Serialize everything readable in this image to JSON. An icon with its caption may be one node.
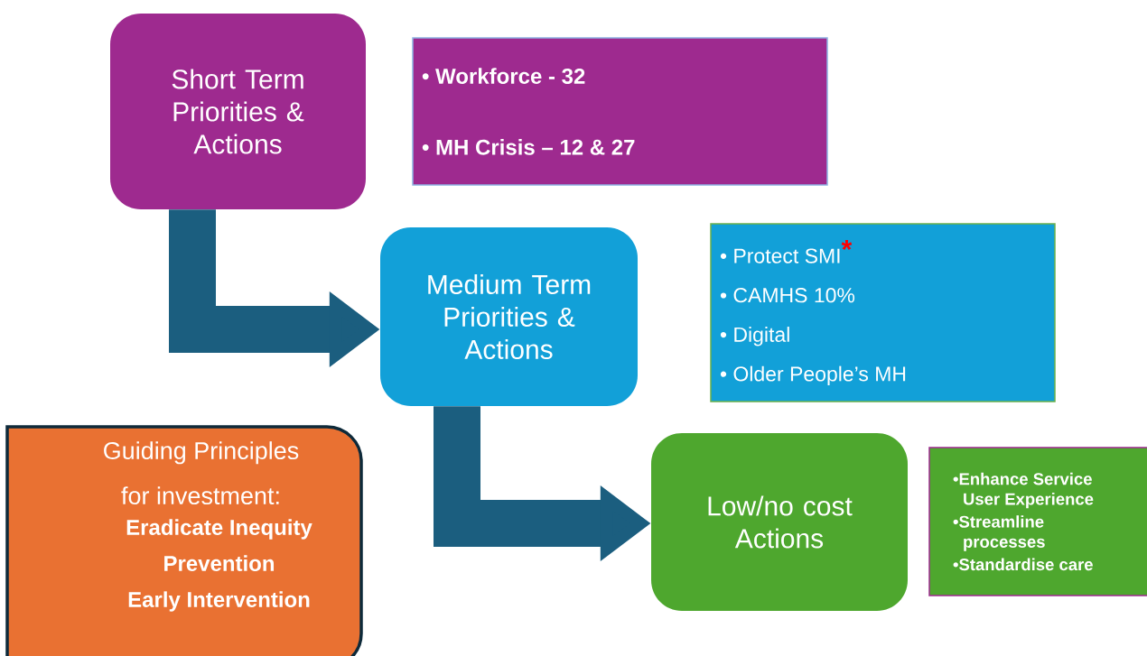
{
  "diagram": {
    "nodes": [
      {
        "text": [
          "Short Term Priorities & Actions"
        ]
      },
      {
        "text": [
          "• Workforce - 32",
          "• MH Crisis  – 12 & 27"
        ]
      },
      {
        "text": [
          "Medium Term Priorities & Actions"
        ]
      },
      {
        "text": [
          "• Protect SMI",
          "• CAMHS 10%",
          "• Digital",
          "• Older People’s MH"
        ]
      },
      {
        "text": [
          "Low/no cost Actions"
        ]
      },
      {
        "text": [
          "•Enhance Service User Experience",
          "•Streamline processes",
          "•Standardise care"
        ]
      },
      {
        "text": [
          "Guiding Principles for investment:",
          "Eradicate Inequity",
          "Prevention",
          "Early Intervention"
        ]
      }
    ],
    "edges": [
      {
        "from": 0,
        "to": 2,
        "arrow": "to"
      },
      {
        "from": 2,
        "to": 4,
        "arrow": "to"
      }
    ],
    "labels": [
      "*"
    ]
  }
}
